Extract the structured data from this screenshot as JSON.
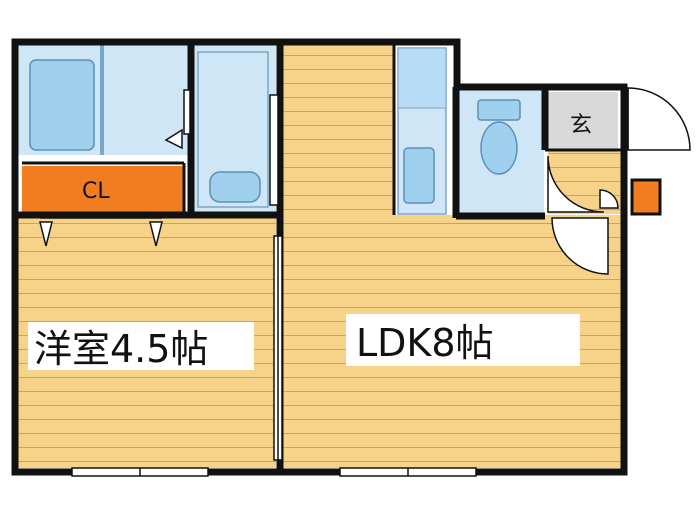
{
  "plan": {
    "rooms": {
      "western_room": "洋室4.5帖",
      "ldk": "LDK8帖",
      "closet": "CL",
      "entrance": "玄"
    },
    "colors": {
      "floor": "#f7d38a",
      "floor_line": "#caa65a",
      "wet_area": "#cfe6f7",
      "fixture": "#9fd0ee",
      "closet": "#f07d1f",
      "entrance_floor": "#d9d9d9",
      "wall": "#111111"
    }
  }
}
